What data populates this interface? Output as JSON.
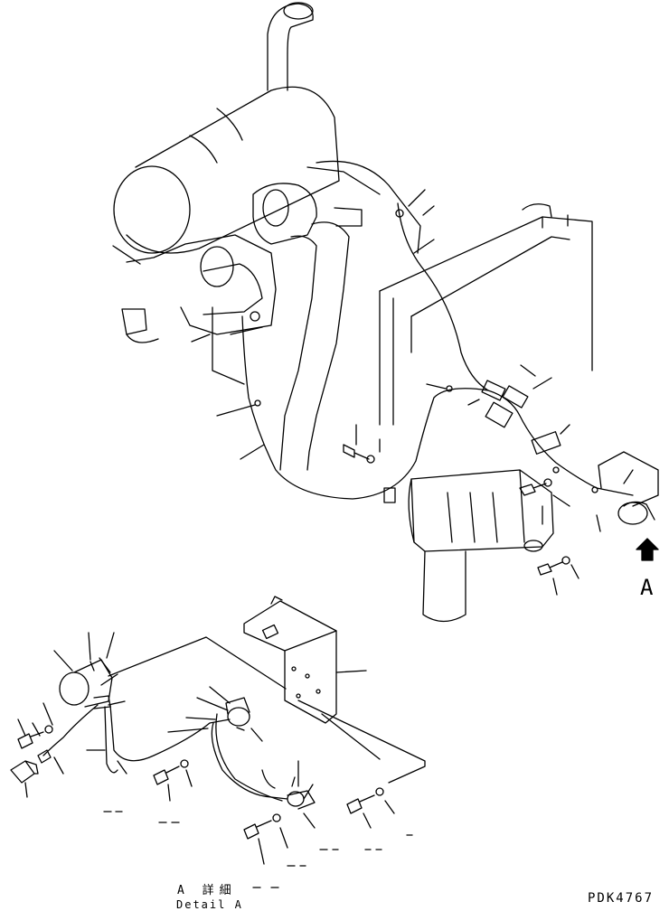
{
  "view_letter": "A",
  "detail": {
    "title_jp": "A 詳細",
    "title_en": "Detail A"
  },
  "drawing_number": "PDK4767",
  "icons": {
    "view_arrow": "arrow-up-icon"
  }
}
